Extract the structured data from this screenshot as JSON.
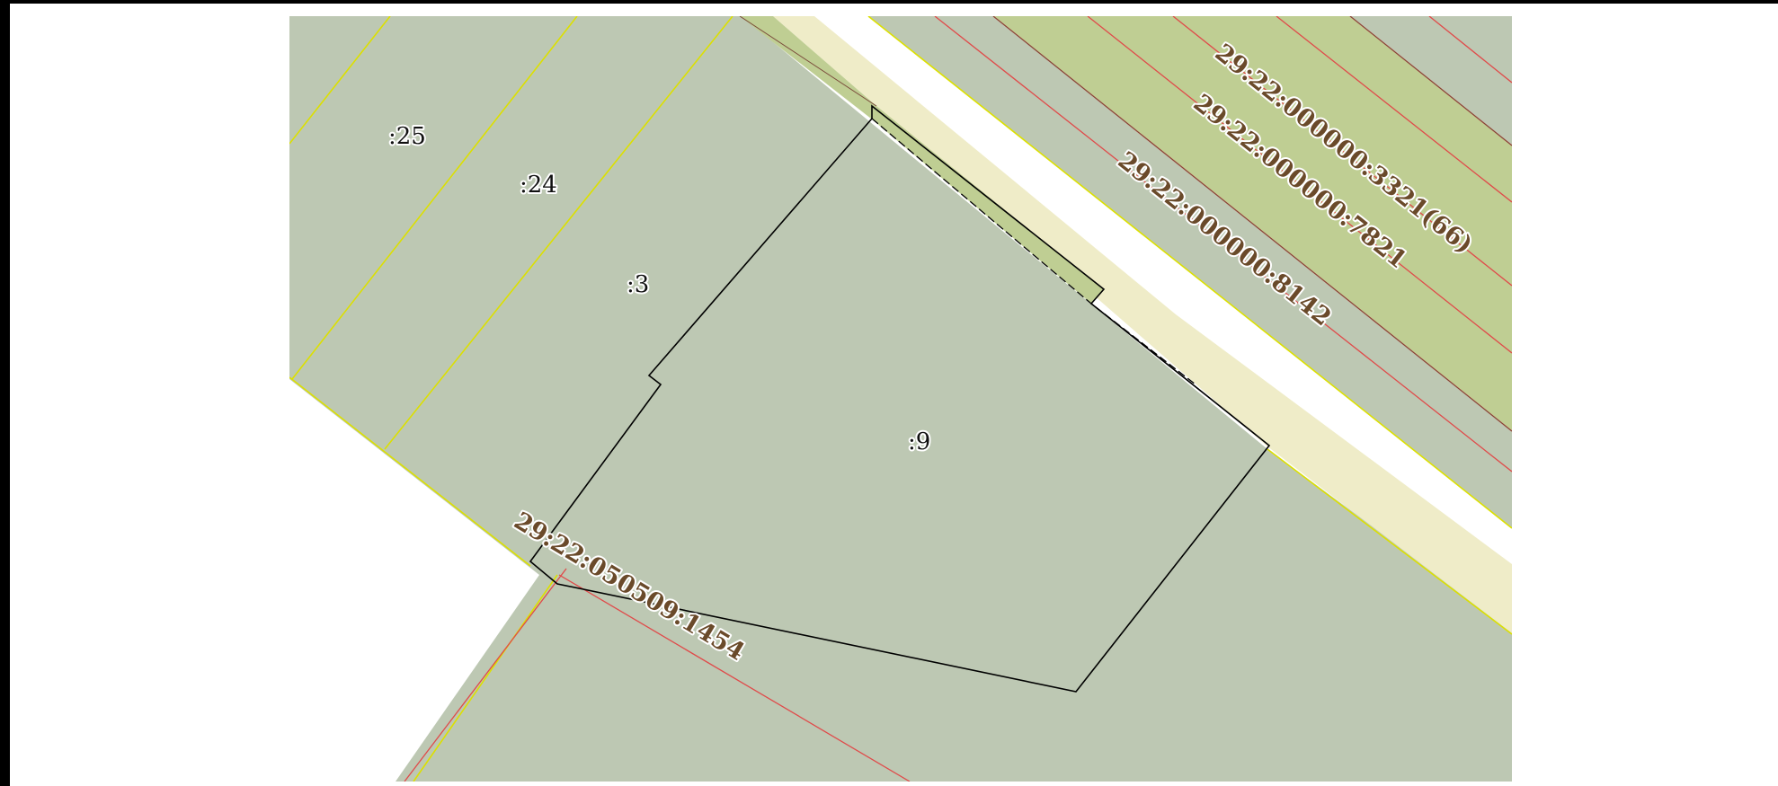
{
  "map": {
    "parcel_labels": [
      ":25",
      ":24",
      ":3",
      ":9"
    ],
    "cadastral_labels": [
      "29:22:000000:3321(66)",
      "29:22:000000:7821",
      "29:22:000000:8142",
      "29:22:050509:1454"
    ],
    "colors": {
      "parcel_fill": "#bdc8b3",
      "road_zone_fill": "#efecc8",
      "highlight_strip_fill": "#bfce93",
      "road": "#ffffff",
      "yellow_boundary": "#dce000",
      "red_boundary": "#e04a4a",
      "selected_outline": "#000000",
      "cadastral_text": "#6a4a2a"
    }
  }
}
